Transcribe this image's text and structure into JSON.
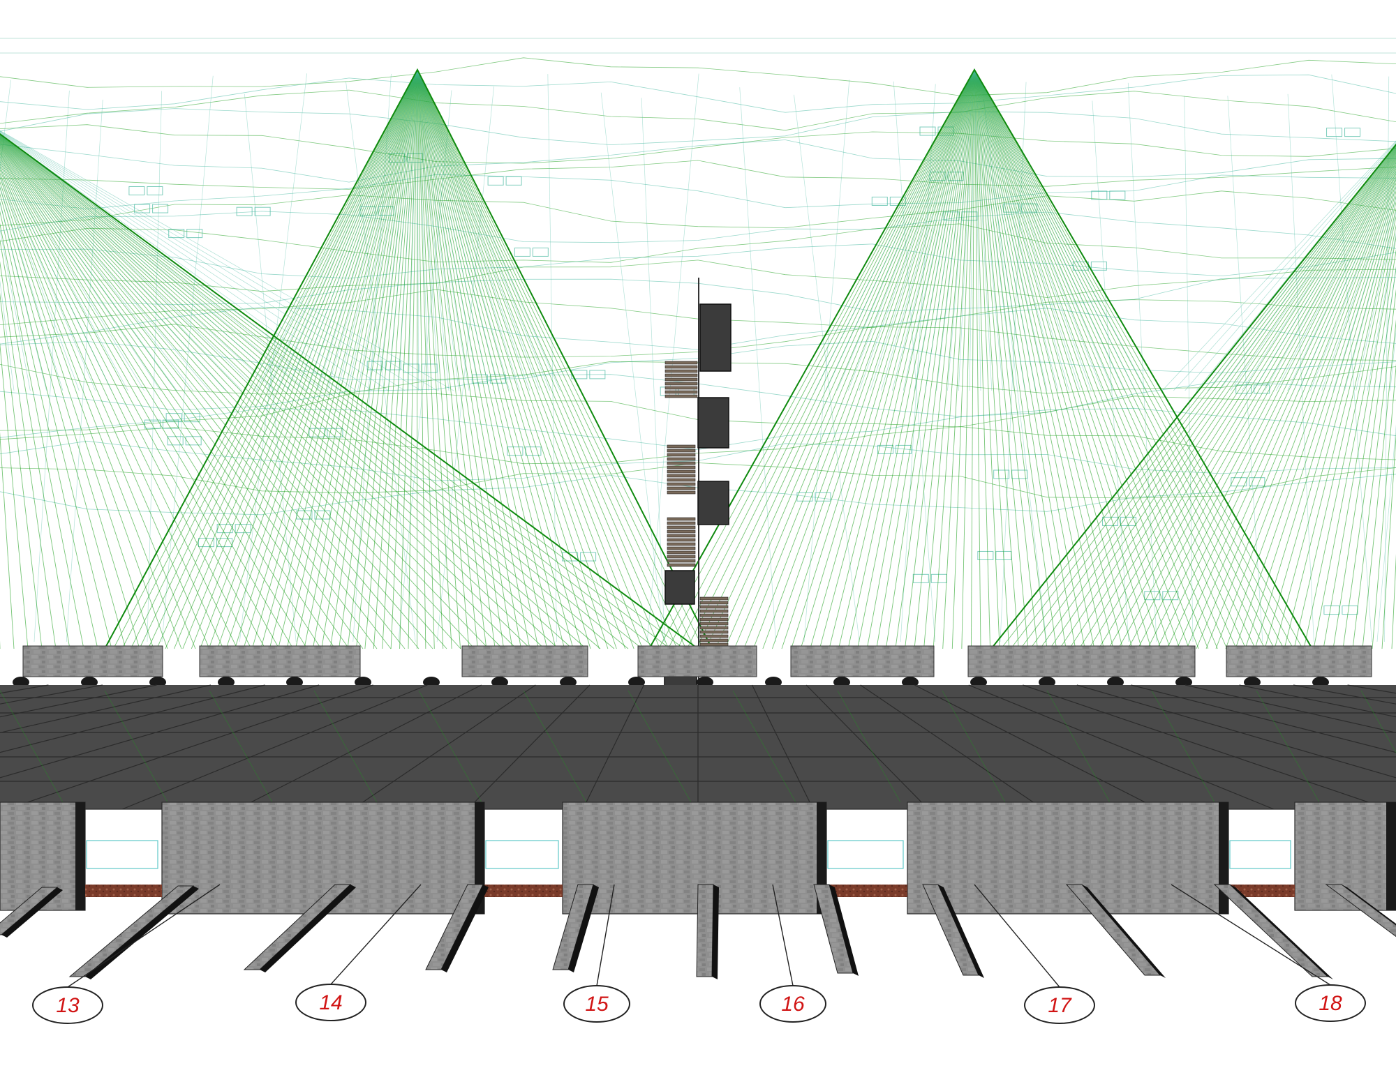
{
  "drawing": {
    "colors": {
      "background": "#ffffff",
      "wireframe": "#1b9e1b",
      "wireframe_light": "#46b8a0",
      "slab": "#4a4a4a",
      "slab_grid": "#2b2b2b",
      "wall_stone": "#8f8f8f",
      "wall_shadow": "#1a1a1a",
      "tag_ring": "#222222",
      "tag_text": "#d11414",
      "soil": "#7a3b2a"
    },
    "icons": {
      "tower": "stair-tower-icon",
      "pyramid": "wireframe-pyramid-icon",
      "tag": "callout-tag-icon"
    }
  },
  "callouts": [
    {
      "label": "13"
    },
    {
      "label": "14"
    },
    {
      "label": "15"
    },
    {
      "label": "16"
    },
    {
      "label": "17"
    },
    {
      "label": "18"
    }
  ]
}
